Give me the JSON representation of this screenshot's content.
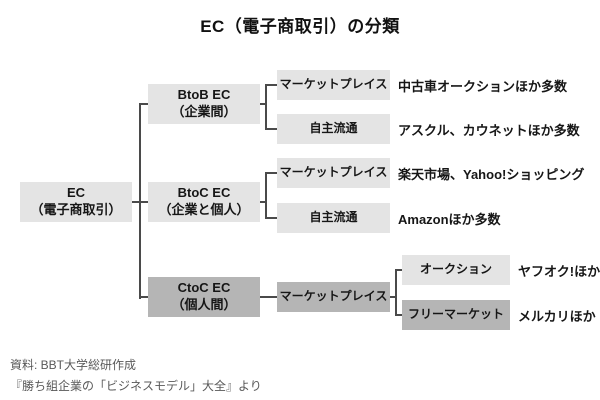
{
  "title": "EC（電子商取引）の分類",
  "colors": {
    "box_light": "#e4e4e4",
    "box_dark": "#b5b5b5",
    "line": "#4a4a4a",
    "text": "#161616",
    "footer_text": "#595959"
  },
  "root": {
    "line1": "EC",
    "line2": "（電子商取引）"
  },
  "level2": [
    {
      "line1": "BtoB EC",
      "line2": "（企業間）"
    },
    {
      "line1": "BtoC EC",
      "line2": "（企業と個人）"
    },
    {
      "line1": "CtoC EC",
      "line2": "（個人間）"
    }
  ],
  "level3": [
    {
      "label": "マーケットプレイス",
      "note": "中古車オークションほか多数"
    },
    {
      "label": "自主流通",
      "note": "アスクル、カウネットほか多数"
    },
    {
      "label": "マーケットプレイス",
      "note": "楽天市場、Yahoo!ショッピング"
    },
    {
      "label": "自主流通",
      "note": "Amazonほか多数"
    },
    {
      "label": "マーケットプレイス"
    }
  ],
  "level4": [
    {
      "label": "オークション",
      "note": "ヤフオク!ほか"
    },
    {
      "label": "フリーマーケット",
      "note": "メルカリほか"
    }
  ],
  "footer": [
    "資料: BBT大学総研作成",
    "『勝ち組企業の「ビジネスモデル」大全』より"
  ]
}
